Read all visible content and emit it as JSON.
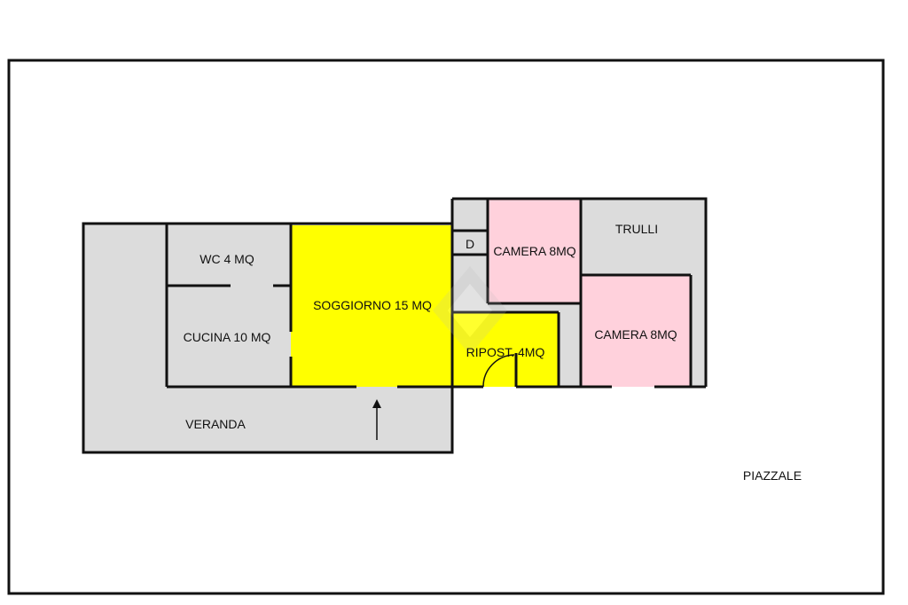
{
  "colors": {
    "wall": "#111111",
    "grey_area": "#dcdcdc",
    "soggiorno": "#ffff00",
    "ripostiglio": "#ffff00",
    "camera": "#ffd1dc",
    "background": "#ffffff"
  },
  "rooms": {
    "wc": "WC 4 MQ",
    "cucina": "CUCINA 10 MQ",
    "soggiorno": "SOGGIORNO 15 MQ",
    "veranda": "VERANDA",
    "d": "D",
    "camera_1": "CAMERA 8MQ",
    "trulli": "TRULLI",
    "camera_2": "CAMERA 8MQ",
    "ripostiglio": "RIPOST. 4MQ",
    "piazzale": "PIAZZALE"
  },
  "icons": {
    "entrance": "entrance-arrow-icon",
    "watermark": "watermark-logo-icon"
  }
}
